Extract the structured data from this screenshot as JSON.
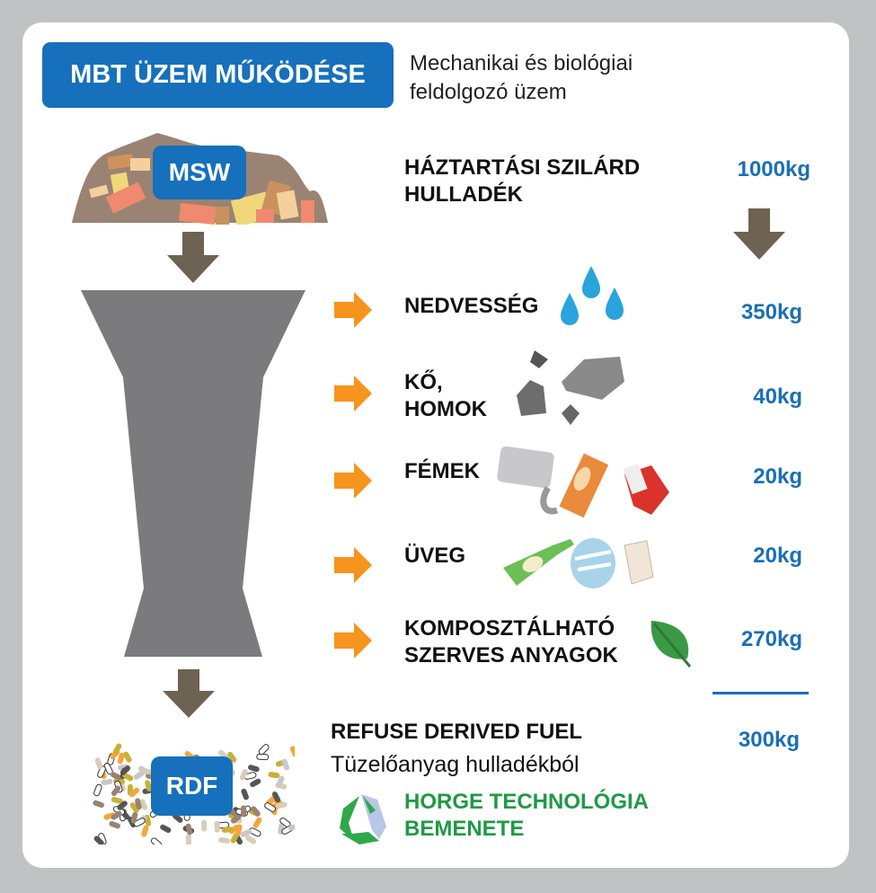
{
  "header": {
    "title": "MBT ÜZEM MŰKÖDÉSE",
    "subtitle_line1": "Mechanikai és biológiai",
    "subtitle_line2": "feldolgozó üzem"
  },
  "input": {
    "badge": "MSW",
    "label_line1": "HÁZTARTÁSI SZILÁRD",
    "label_line2": "HULLADÉK",
    "value": "1000kg"
  },
  "outputs": [
    {
      "label_line1": "NEDVESSÉG",
      "label_line2": "",
      "value": "350kg",
      "icon": "water-drops-icon"
    },
    {
      "label_line1": "KŐ,",
      "label_line2": "HOMOK",
      "value": "40kg",
      "icon": "stones-icon"
    },
    {
      "label_line1": "FÉMEK",
      "label_line2": "",
      "value": "20kg",
      "icon": "metal-cans-icon"
    },
    {
      "label_line1": "ÜVEG",
      "label_line2": "",
      "value": "20kg",
      "icon": "glass-bottles-icon"
    },
    {
      "label_line1": "KOMPOSZTÁLHATÓ",
      "label_line2": "SZERVES ANYAGOK",
      "value": "270kg",
      "icon": "leaf-icon"
    }
  ],
  "result": {
    "badge": "RDF",
    "title": "REFUSE DERIVED FUEL",
    "subtitle": "Tüzelőanyag hulladékból",
    "value": "300kg",
    "horge_line1": "HORGE TECHNOLÓGIA",
    "horge_line2": "BEMENETE"
  },
  "colors": {
    "blue": "#1670bb",
    "orange": "#f7941d",
    "arrow_brown": "#6e6253",
    "funnel": "#7a7a7c",
    "green": "#1f9a45"
  }
}
